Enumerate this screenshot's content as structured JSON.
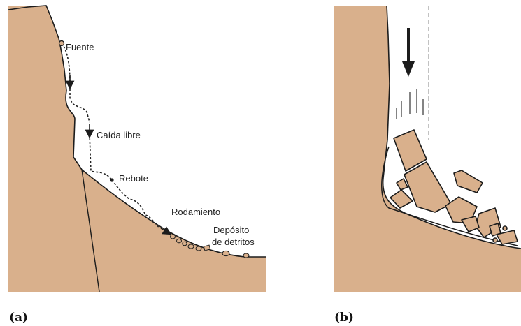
{
  "colors": {
    "rock": "#d9b08c",
    "outline": "#1c1c1c",
    "background": "#ffffff"
  },
  "panel_a": {
    "caption": "(a)",
    "labels": {
      "source": "Fuente",
      "free_fall": "Caída libre",
      "bounce": "Rebote",
      "rolling": "Rodamiento",
      "deposit_line1": "Depósito",
      "deposit_line2": "de detritos"
    }
  },
  "panel_b": {
    "caption": "(b)"
  }
}
